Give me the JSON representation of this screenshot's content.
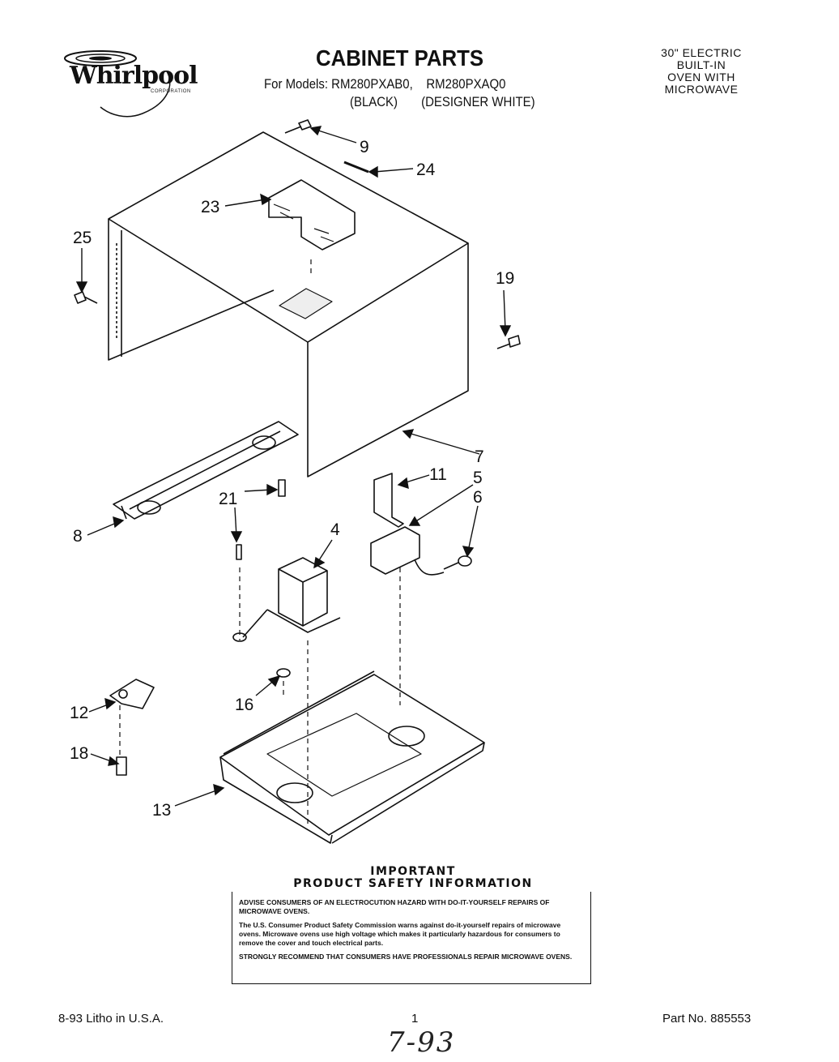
{
  "header": {
    "brand": "Whirlpool",
    "brand_sub": "CORPORATION",
    "title": "CABINET PARTS",
    "models_line": "For Models: RM280PXAB0,    RM280PXAQ0",
    "colors_line": "(BLACK)       (DESIGNER WHITE)",
    "product_type": [
      "30\" ELECTRIC",
      "BUILT-IN",
      "OVEN WITH",
      "MICROWAVE"
    ]
  },
  "callouts": [
    "9",
    "24",
    "23",
    "25",
    "19",
    "7",
    "11",
    "5",
    "6",
    "8",
    "21",
    "4",
    "12",
    "16",
    "18",
    "13"
  ],
  "safety": {
    "title_1": "IMPORTANT",
    "title_2": "PRODUCT SAFETY INFORMATION",
    "para_1": "ADVISE CONSUMERS OF AN ELECTROCUTION HAZARD WITH DO-IT-YOURSELF REPAIRS OF MICROWAVE OVENS.",
    "para_2": "The U.S. Consumer Product Safety Commission warns against do-it-yourself repairs of microwave ovens. Microwave ovens use high voltage which makes it particularly hazardous for consumers to remove the cover and touch electrical parts.",
    "para_3": "STRONGLY RECOMMEND THAT CONSUMERS HAVE PROFESSIONALS REPAIR MICROWAVE OVENS."
  },
  "footer": {
    "left": "8-93  Litho in U.S.A.",
    "page": "1",
    "part": "Part No. 885553",
    "handwritten": "7-93"
  }
}
